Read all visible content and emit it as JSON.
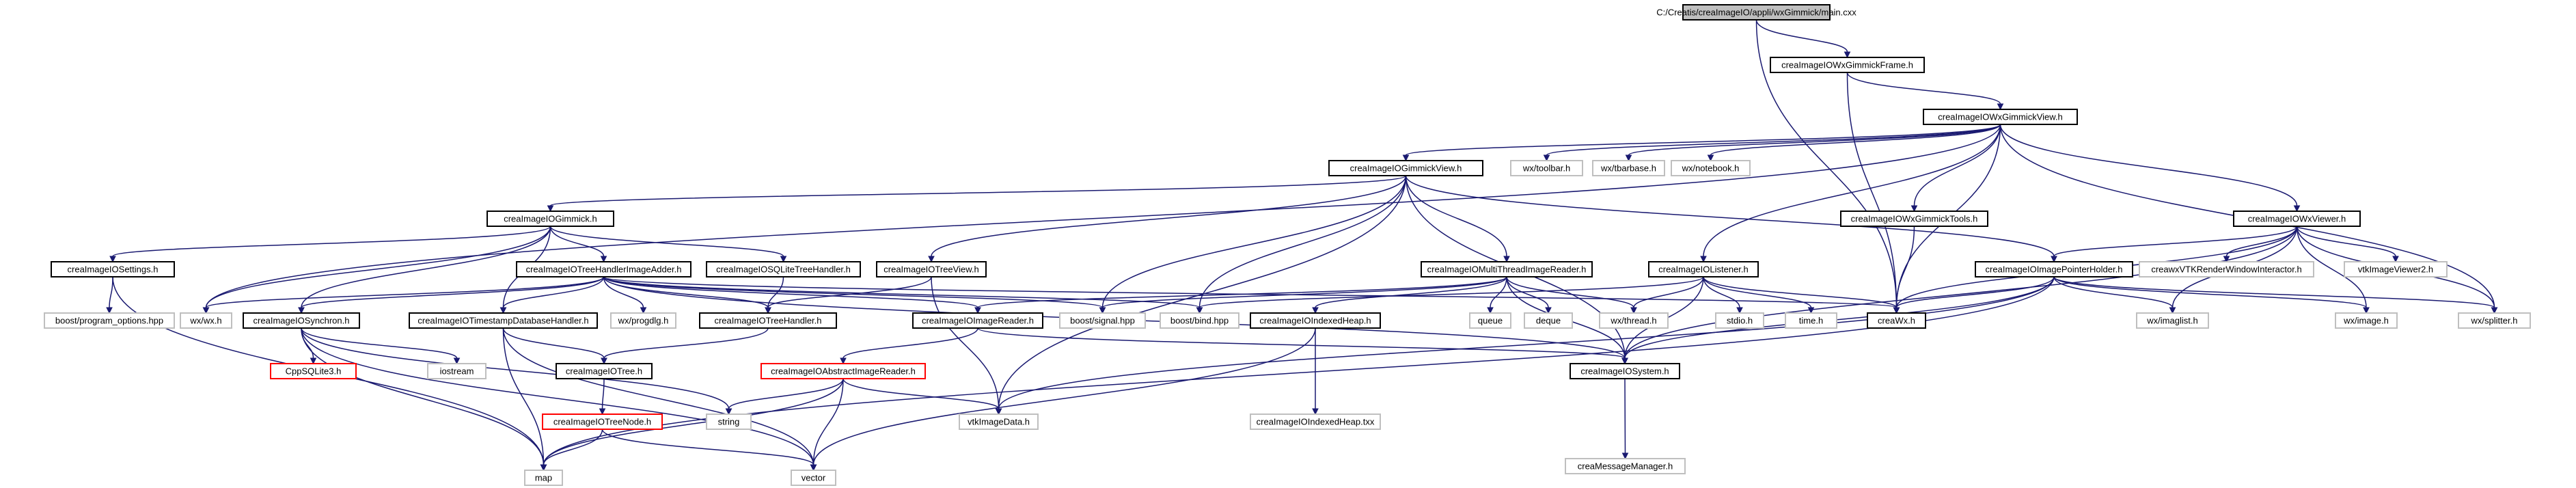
{
  "colors": {
    "edge": "#191970",
    "documented_border": "#000000",
    "undocumented_border": "#bfbfbf",
    "missing_border": "#ff0000",
    "root_fill": "#bfbfbf",
    "fill": "#ffffff"
  },
  "nodes": [
    {
      "id": "main",
      "label": "C:/Creatis/creaImageIO/appli/wxGimmick/main.cxx",
      "kind": "root"
    },
    {
      "id": "frame",
      "label": "creaImageIOWxGimmickFrame.h",
      "kind": "doc"
    },
    {
      "id": "gview",
      "label": "creaImageIOWxGimmickView.h",
      "kind": "doc"
    },
    {
      "id": "gimview",
      "label": "creaImageIOGimmickView.h",
      "kind": "doc"
    },
    {
      "id": "toolbar",
      "label": "wx/toolbar.h",
      "kind": "ext"
    },
    {
      "id": "tbarbase",
      "label": "wx/tbarbase.h",
      "kind": "ext"
    },
    {
      "id": "notebook",
      "label": "wx/notebook.h",
      "kind": "ext"
    },
    {
      "id": "viewer",
      "label": "creaImageIOWxViewer.h",
      "kind": "doc"
    },
    {
      "id": "tools",
      "label": "creaImageIOWxGimmickTools.h",
      "kind": "doc"
    },
    {
      "id": "gimmick",
      "label": "creaImageIOGimmick.h",
      "kind": "doc"
    },
    {
      "id": "settings",
      "label": "creaImageIOSettings.h",
      "kind": "doc"
    },
    {
      "id": "thia",
      "label": "creaImageIOTreeHandlerImageAdder.h",
      "kind": "doc"
    },
    {
      "id": "sqlite",
      "label": "creaImageIOSQLiteTreeHandler.h",
      "kind": "doc"
    },
    {
      "id": "treeview",
      "label": "creaImageIOTreeView.h",
      "kind": "doc"
    },
    {
      "id": "mtir",
      "label": "creaImageIOMultiThreadImageReader.h",
      "kind": "doc"
    },
    {
      "id": "listener",
      "label": "creaImageIOListener.h",
      "kind": "doc"
    },
    {
      "id": "iph",
      "label": "creaImageIOImagePointerHolder.h",
      "kind": "doc"
    },
    {
      "id": "vtkinter",
      "label": "creawxVTKRenderWindowInteractor.h",
      "kind": "ext"
    },
    {
      "id": "vtkiv2",
      "label": "vtkImageViewer2.h",
      "kind": "ext"
    },
    {
      "id": "boostpo",
      "label": "boost/program_options.hpp",
      "kind": "ext"
    },
    {
      "id": "wxwx",
      "label": "wx/wx.h",
      "kind": "ext"
    },
    {
      "id": "synchron",
      "label": "creaImageIOSynchron.h",
      "kind": "doc"
    },
    {
      "id": "tsdh",
      "label": "creaImageIOTimestampDatabaseHandler.h",
      "kind": "doc"
    },
    {
      "id": "progdlg",
      "label": "wx/progdlg.h",
      "kind": "ext"
    },
    {
      "id": "treehandler",
      "label": "creaImageIOTreeHandler.h",
      "kind": "doc"
    },
    {
      "id": "imagereader",
      "label": "creaImageIOImageReader.h",
      "kind": "doc"
    },
    {
      "id": "signal",
      "label": "boost/signal.hpp",
      "kind": "ext"
    },
    {
      "id": "bind",
      "label": "boost/bind.hpp",
      "kind": "ext"
    },
    {
      "id": "heap",
      "label": "creaImageIOIndexedHeap.h",
      "kind": "doc"
    },
    {
      "id": "queue",
      "label": "queue",
      "kind": "ext"
    },
    {
      "id": "deque",
      "label": "deque",
      "kind": "ext"
    },
    {
      "id": "thread",
      "label": "wx/thread.h",
      "kind": "ext"
    },
    {
      "id": "stdio",
      "label": "stdio.h",
      "kind": "ext"
    },
    {
      "id": "time",
      "label": "time.h",
      "kind": "ext"
    },
    {
      "id": "creawx",
      "label": "creaWx.h",
      "kind": "doc"
    },
    {
      "id": "imagelist",
      "label": "wx/imaglist.h",
      "kind": "ext"
    },
    {
      "id": "wximage",
      "label": "wx/image.h",
      "kind": "ext"
    },
    {
      "id": "splitter",
      "label": "wx/splitter.h",
      "kind": "ext"
    },
    {
      "id": "cppsqlite",
      "label": "CppSQLite3.h",
      "kind": "missing"
    },
    {
      "id": "iostream",
      "label": "iostream",
      "kind": "ext"
    },
    {
      "id": "tree",
      "label": "creaImageIOTree.h",
      "kind": "doc"
    },
    {
      "id": "air",
      "label": "creaImageIOAbstractImageReader.h",
      "kind": "missing"
    },
    {
      "id": "heaptxx",
      "label": "creaImageIOIndexedHeap.txx",
      "kind": "ext"
    },
    {
      "id": "system",
      "label": "creaImageIOSystem.h",
      "kind": "doc"
    },
    {
      "id": "treenode",
      "label": "creaImageIOTreeNode.h",
      "kind": "missing"
    },
    {
      "id": "string",
      "label": "string",
      "kind": "ext"
    },
    {
      "id": "vtkimagedata",
      "label": "vtkImageData.h",
      "kind": "ext"
    },
    {
      "id": "cmm",
      "label": "creaMessageManager.h",
      "kind": "ext"
    },
    {
      "id": "map",
      "label": "map",
      "kind": "ext"
    },
    {
      "id": "vector",
      "label": "vector",
      "kind": "ext"
    }
  ],
  "edges": [
    [
      "main",
      "frame"
    ],
    [
      "main",
      "creawx"
    ],
    [
      "frame",
      "gview"
    ],
    [
      "frame",
      "creawx"
    ],
    [
      "gview",
      "gimview"
    ],
    [
      "gview",
      "toolbar"
    ],
    [
      "gview",
      "tbarbase"
    ],
    [
      "gview",
      "notebook"
    ],
    [
      "gview",
      "viewer"
    ],
    [
      "gview",
      "tools"
    ],
    [
      "gview",
      "listener"
    ],
    [
      "gview",
      "creawx"
    ],
    [
      "gview",
      "wxwx"
    ],
    [
      "gview",
      "splitter"
    ],
    [
      "gimview",
      "gimmick"
    ],
    [
      "gimview",
      "treeview"
    ],
    [
      "gimview",
      "mtir"
    ],
    [
      "gimview",
      "iph"
    ],
    [
      "gimview",
      "system"
    ],
    [
      "gimview",
      "signal"
    ],
    [
      "gimview",
      "bind"
    ],
    [
      "gimview",
      "vtkimagedata"
    ],
    [
      "gimmick",
      "settings"
    ],
    [
      "gimmick",
      "thia"
    ],
    [
      "gimmick",
      "sqlite"
    ],
    [
      "gimmick",
      "synchron"
    ],
    [
      "gimmick",
      "tsdh"
    ],
    [
      "gimmick",
      "wxwx"
    ],
    [
      "settings",
      "boostpo"
    ],
    [
      "settings",
      "map"
    ],
    [
      "thia",
      "synchron"
    ],
    [
      "thia",
      "tsdh"
    ],
    [
      "thia",
      "progdlg"
    ],
    [
      "thia",
      "treehandler"
    ],
    [
      "thia",
      "imagereader"
    ],
    [
      "thia",
      "signal"
    ],
    [
      "thia",
      "bind"
    ],
    [
      "thia",
      "system"
    ],
    [
      "thia",
      "creawx"
    ],
    [
      "thia",
      "wxwx"
    ],
    [
      "sqlite",
      "treehandler"
    ],
    [
      "treeview",
      "treehandler"
    ],
    [
      "treeview",
      "vtkimagedata"
    ],
    [
      "mtir",
      "imagereader"
    ],
    [
      "mtir",
      "heap"
    ],
    [
      "mtir",
      "queue"
    ],
    [
      "mtir",
      "deque"
    ],
    [
      "mtir",
      "thread"
    ],
    [
      "mtir",
      "system"
    ],
    [
      "mtir",
      "signal"
    ],
    [
      "listener",
      "thread"
    ],
    [
      "listener",
      "stdio"
    ],
    [
      "listener",
      "time"
    ],
    [
      "listener",
      "system"
    ],
    [
      "listener",
      "bind"
    ],
    [
      "listener",
      "creawx"
    ],
    [
      "viewer",
      "iph"
    ],
    [
      "viewer",
      "vtkinter"
    ],
    [
      "viewer",
      "vtkiv2"
    ],
    [
      "viewer",
      "creawx"
    ],
    [
      "viewer",
      "imagelist"
    ],
    [
      "viewer",
      "wximage"
    ],
    [
      "viewer",
      "splitter"
    ],
    [
      "viewer",
      "system"
    ],
    [
      "tools",
      "creawx"
    ],
    [
      "iph",
      "creawx"
    ],
    [
      "iph",
      "imagelist"
    ],
    [
      "iph",
      "wximage"
    ],
    [
      "iph",
      "system"
    ],
    [
      "iph",
      "vtkimagedata"
    ],
    [
      "iph",
      "map"
    ],
    [
      "iph",
      "splitter"
    ],
    [
      "synchron",
      "cppsqlite"
    ],
    [
      "synchron",
      "iostream"
    ],
    [
      "synchron",
      "map"
    ],
    [
      "synchron",
      "vector"
    ],
    [
      "synchron",
      "string"
    ],
    [
      "tsdh",
      "tree"
    ],
    [
      "tsdh",
      "map"
    ],
    [
      "tsdh",
      "vector"
    ],
    [
      "treehandler",
      "tree"
    ],
    [
      "tree",
      "treenode"
    ],
    [
      "treenode",
      "map"
    ],
    [
      "treenode",
      "vector"
    ],
    [
      "imagereader",
      "air"
    ],
    [
      "imagereader",
      "system"
    ],
    [
      "air",
      "vtkimagedata"
    ],
    [
      "air",
      "string"
    ],
    [
      "air",
      "vector"
    ],
    [
      "air",
      "map"
    ],
    [
      "heap",
      "heaptxx"
    ],
    [
      "heap",
      "vector"
    ],
    [
      "system",
      "cmm"
    ]
  ]
}
